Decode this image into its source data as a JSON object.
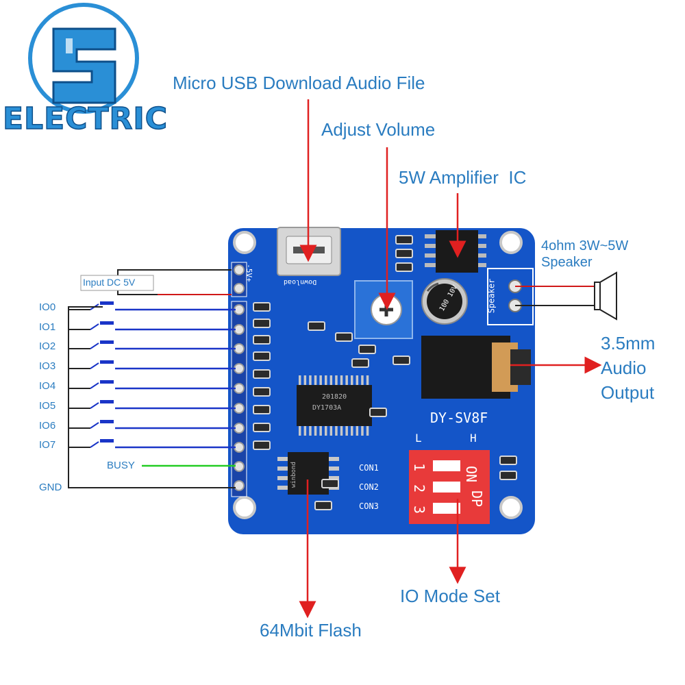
{
  "logo": {
    "text": "ELECTRIC",
    "colors": {
      "primary": "#2a8fd6",
      "outline": "#0d4f8a"
    }
  },
  "callouts": {
    "usb": "Micro USB Download Audio File",
    "volume": "Adjust Volume",
    "amp": "5W Amplifier  IC",
    "speaker_line1": "4ohm 3W~5W",
    "speaker_line2": "Speaker",
    "audio_line1": "3.5mm",
    "audio_line2": "Audio",
    "audio_line3": "Output",
    "io_mode": "IO Mode Set",
    "flash": "64Mbit Flash"
  },
  "wiring": {
    "power_label": "Input DC 5V",
    "io_labels": [
      "IO0",
      "IO1",
      "IO2",
      "IO3",
      "IO4",
      "IO5",
      "IO6",
      "IO7"
    ],
    "busy_label": "BUSY",
    "gnd_label": "GND"
  },
  "board": {
    "model": "DY-SV8F",
    "level_low": "L",
    "level_high": "H",
    "con_labels": [
      "CON1",
      "CON2",
      "CON3"
    ],
    "dip_on": "ON",
    "dip_dp": "DP",
    "dip_numbers": [
      "1",
      "2",
      "3"
    ],
    "speaker_silk": "Speaker",
    "power_silk": "-5V+",
    "download_silk": "Download",
    "chip_main": "DY1703A",
    "chip_main_code": "201820",
    "chip_flash": "winbond",
    "cap_text": "100 10V"
  },
  "colors": {
    "callout_text": "#2a7cc0",
    "arrow": "#e02020",
    "pcb": "#1455c8",
    "wire_blue": "#1a35c8",
    "wire_green": "#22cc22",
    "wire_red": "#d01818",
    "dip_red": "#e83a3a"
  }
}
